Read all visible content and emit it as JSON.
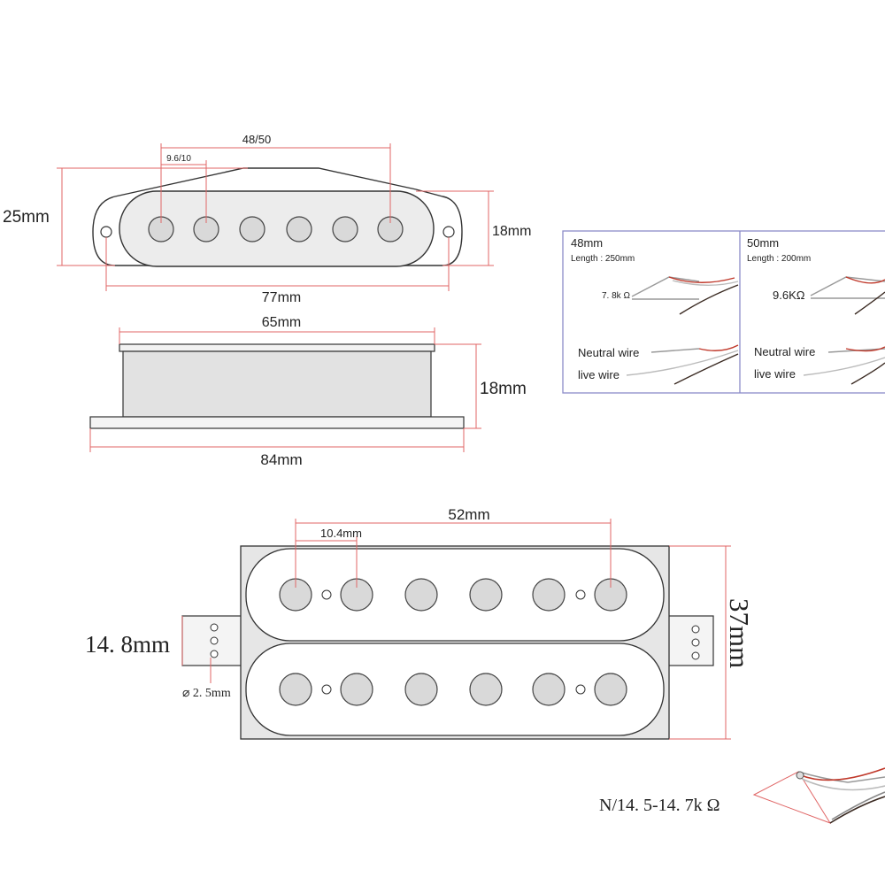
{
  "single_coil_top": {
    "pole_span": "48/50",
    "pole_spacing": "9.6/10",
    "height": "25mm",
    "cover_width": "18mm",
    "hole_span": "77mm"
  },
  "single_coil_side": {
    "body_length": "65mm",
    "height": "18mm",
    "base_length": "84mm"
  },
  "wiring_panels": [
    {
      "title": "48mm",
      "length": "Length : 250mm",
      "resistance": "7. 8k Ω",
      "neutral": "Neutral wire",
      "live": "live wire"
    },
    {
      "title": "50mm",
      "length": "Length : 200mm",
      "resistance": "9.6KΩ",
      "neutral": "Neutral wire",
      "live": "live wire"
    }
  ],
  "humbucker": {
    "pole_span": "52mm",
    "pole_spacing": "10.4mm",
    "height": "37mm",
    "tab_width": "14. 8mm",
    "hole_diameter": "⌀ 2. 5mm",
    "resistance": "N/14. 5-14. 7k Ω"
  },
  "colors": {
    "dimension_line": "#e06666",
    "outline": "#333333",
    "pole": "#d9d9d9",
    "body": "#e6e6e6",
    "panel_border": "#8c8cc8",
    "wire_red": "#c0392b",
    "wire_dark": "#3a2a22"
  }
}
